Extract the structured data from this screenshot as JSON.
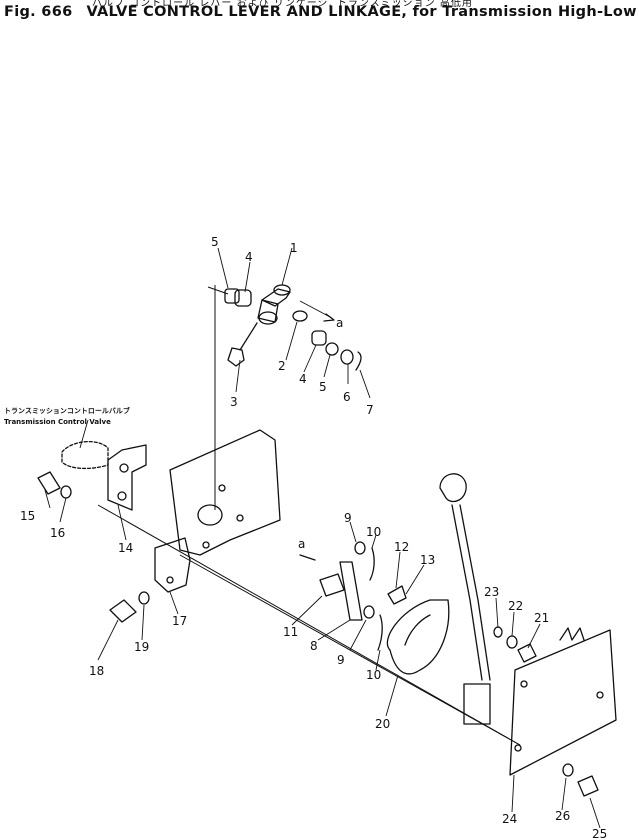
{
  "header": {
    "caption_jp": "バルブ コントロール レバー および リンケージ, トランスミッション 高低用",
    "figure_no": "Fig. 666",
    "title": "VALVE CONTROL LEVER AND LINKAGE, for Transmission High-Low"
  },
  "annotations": {
    "tcv_jp": "トランスミッションコントロールバルブ",
    "tcv_en": "Transmission Control Valve",
    "ref_a": "a"
  },
  "callouts": [
    "1",
    "2",
    "3",
    "4",
    "4",
    "5",
    "5",
    "6",
    "7",
    "8",
    "9",
    "9",
    "10",
    "10",
    "11",
    "12",
    "13",
    "14",
    "15",
    "16",
    "17",
    "18",
    "19",
    "20",
    "21",
    "22",
    "23",
    "24",
    "25",
    "26"
  ]
}
